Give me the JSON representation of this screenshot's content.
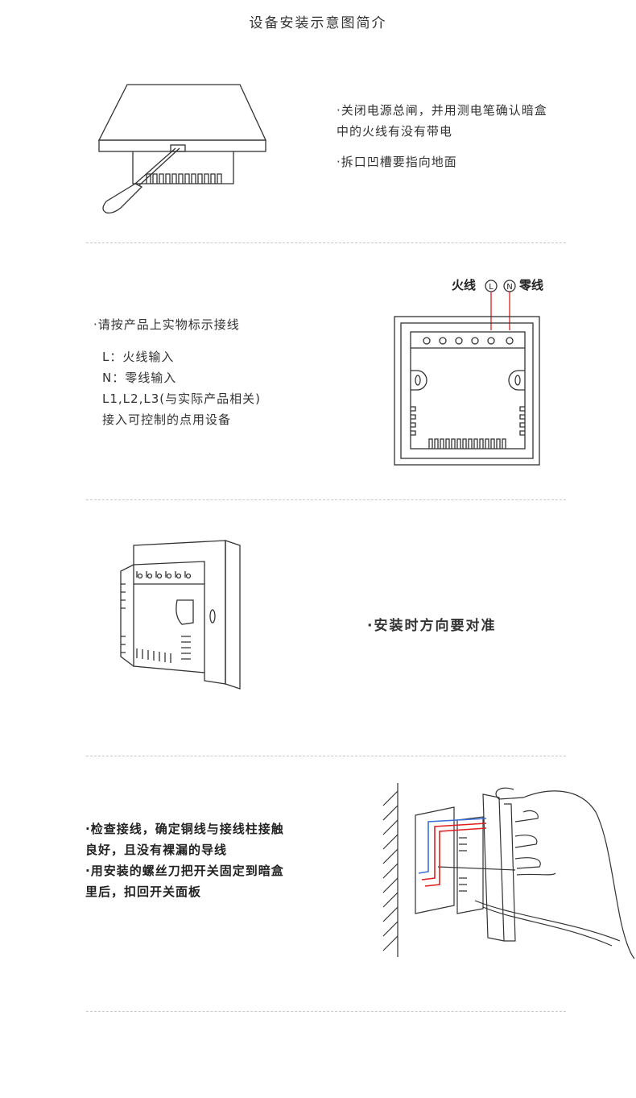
{
  "page_title": "设备安装示意图简介",
  "section1": {
    "lines": [
      "·关闭电源总闸，并用测电笔确认暗盒",
      " 中的火线有没有带电",
      "·拆口凹槽要指向地面"
    ]
  },
  "section2": {
    "intro": "·请按产品上实物标示接线",
    "lines": [
      "L：火线输入",
      "N：零线输入",
      "L1,L2,L3(与实际产品相关)",
      "接入可控制的点用设备"
    ],
    "live_label": "火线",
    "neutral_label": "零线",
    "live_symbol": "L",
    "neutral_symbol": "N",
    "wire_color": "#e02020"
  },
  "section3": {
    "text": "·安装时方向要对准"
  },
  "section4": {
    "lines": [
      "·检查接线，确定铜线与接线柱接触",
      " 良好，且没有裸漏的导线",
      "·用安装的螺丝刀把开关固定到暗盒",
      " 里后，扣回开关面板"
    ],
    "wire_blue": "#3a6fd8",
    "wire_red": "#e02020"
  }
}
